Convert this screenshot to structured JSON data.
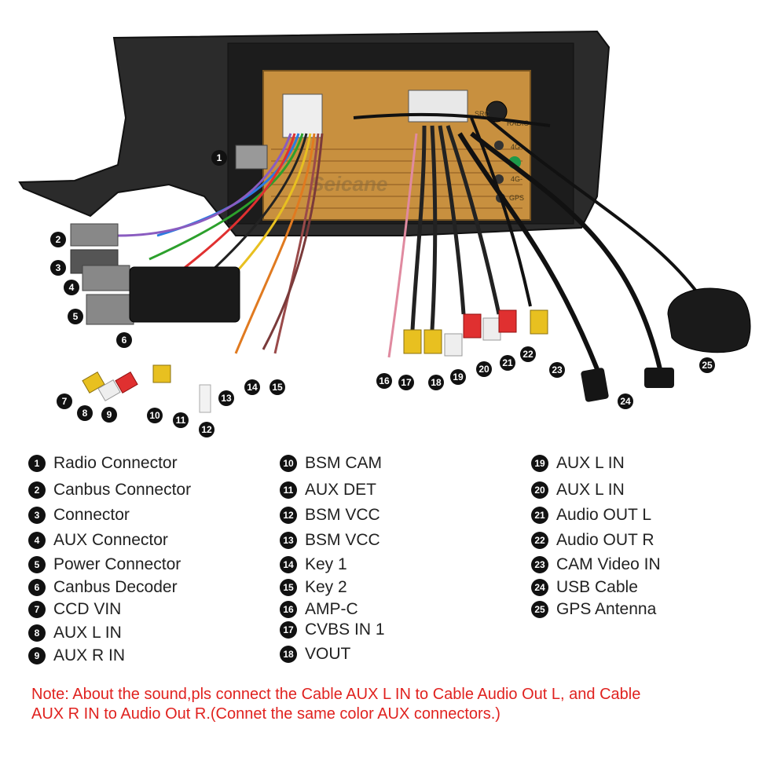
{
  "watermark": "Seicane",
  "panel_labels": {
    "radio": "RADIO",
    "g4": "4G+",
    "g4b": "4G-",
    "gps": "GPS",
    "src": "SRC"
  },
  "callouts": [
    "1",
    "2",
    "3",
    "4",
    "5",
    "6",
    "7",
    "8",
    "9",
    "10",
    "11",
    "12",
    "13",
    "14",
    "15",
    "16",
    "17",
    "18",
    "19",
    "20",
    "21",
    "22",
    "23",
    "24",
    "25"
  ],
  "legend": [
    {
      "num": "1",
      "label": "Radio Connector"
    },
    {
      "num": "2",
      "label": "Canbus Connector"
    },
    {
      "num": "3",
      "label": "Connector"
    },
    {
      "num": "4",
      "label": "AUX Connector"
    },
    {
      "num": "5",
      "label": "Power Connector"
    },
    {
      "num": "6",
      "label": "Canbus Decoder"
    },
    {
      "num": "7",
      "label": "CCD VIN"
    },
    {
      "num": "8",
      "label": "AUX L IN"
    },
    {
      "num": "9",
      "label": "AUX R IN"
    },
    {
      "num": "10",
      "label": "BSM CAM"
    },
    {
      "num": "11",
      "label": "AUX DET"
    },
    {
      "num": "12",
      "label": "BSM VCC"
    },
    {
      "num": "13",
      "label": "BSM VCC"
    },
    {
      "num": "14",
      "label": "Key 1"
    },
    {
      "num": "15",
      "label": "Key 2"
    },
    {
      "num": "16",
      "label": "AMP-C"
    },
    {
      "num": "17",
      "label": "CVBS IN 1"
    },
    {
      "num": "18",
      "label": "VOUT"
    },
    {
      "num": "19",
      "label": "AUX L IN"
    },
    {
      "num": "20",
      "label": "AUX L IN"
    },
    {
      "num": "21",
      "label": "Audio OUT L"
    },
    {
      "num": "22",
      "label": "Audio OUT R"
    },
    {
      "num": "23",
      "label": "CAM Video IN"
    },
    {
      "num": "24",
      "label": "USB Cable"
    },
    {
      "num": "25",
      "label": "GPS Antenna"
    }
  ],
  "note": "Note: About the sound,pls connect the Cable AUX L IN to Cable Audio Out L, and Cable\nAUX R IN to  Audio Out R.(Connet the same color AUX connectors.)",
  "colors": {
    "note": "#e0221f",
    "frame": "#2a2a2a",
    "housing": "#c8903f",
    "badge": "#111111"
  }
}
